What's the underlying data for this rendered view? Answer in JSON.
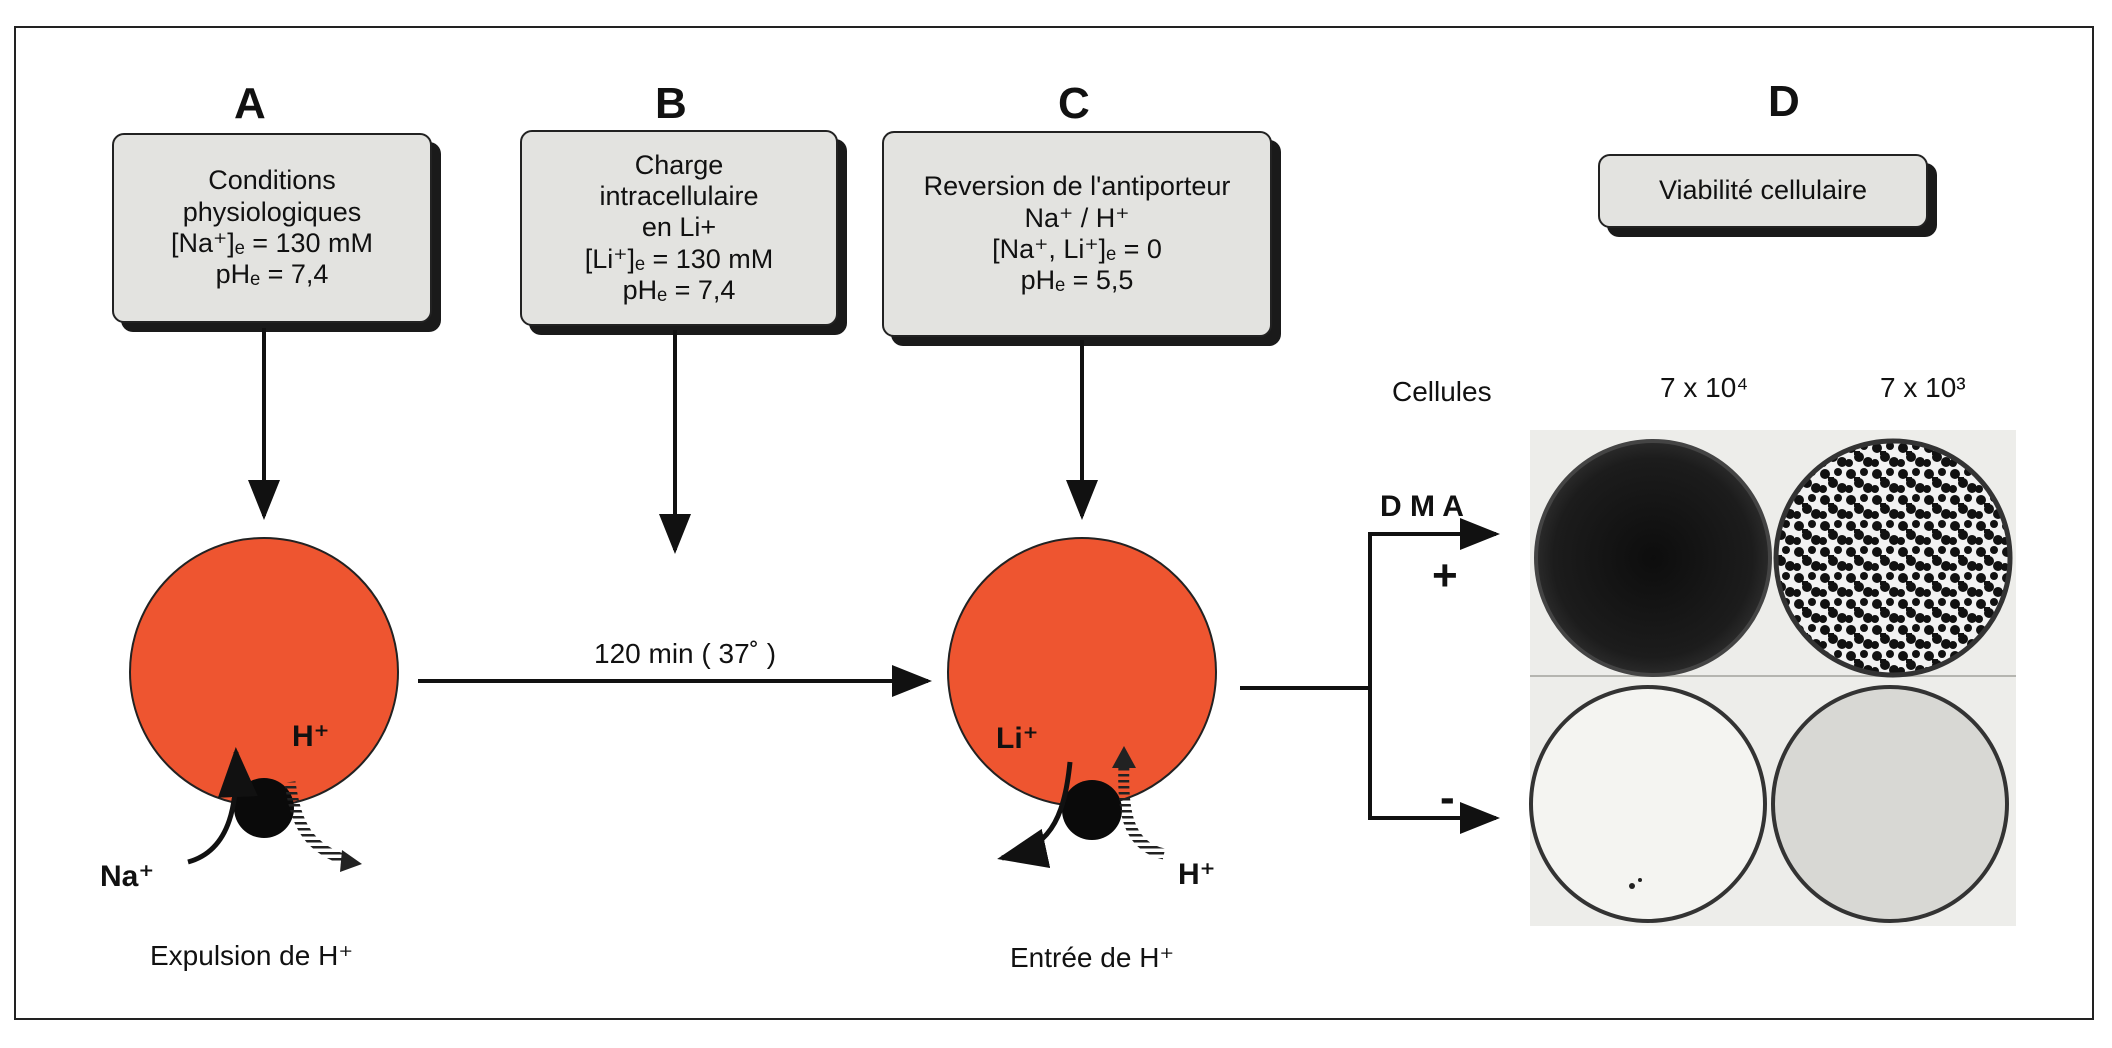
{
  "panels": {
    "a": {
      "letter": "A",
      "lines": [
        "Conditions",
        "physiologiques",
        "[Na⁺]ₑ = 130 mM",
        "pHₑ =     7,4"
      ],
      "caption": "Expulsion de H⁺",
      "ion_in": "Na⁺",
      "ion_out": "H⁺"
    },
    "b": {
      "letter": "B",
      "lines": [
        "Charge",
        "intracellulaire",
        "en  Li+",
        "[Li⁺]ₑ  = 130 mM",
        "pHₑ  =    7,4"
      ]
    },
    "c": {
      "letter": "C",
      "lines": [
        "Reversion de l'antiporteur",
        "Na⁺  /  H⁺",
        "[Na⁺,  Li⁺]ₑ  =  0",
        "pHₑ  =  5,5"
      ],
      "caption": "Entrée de H⁺",
      "ion_in": "H⁺",
      "ion_out": "Li⁺"
    },
    "d": {
      "letter": "D",
      "title": "Viabilité  cellulaire",
      "cells_label": "Cellules",
      "col1": "7 x 10⁴",
      "col2": "7 x 10³",
      "dma_label": "D M A",
      "plus": "+",
      "minus": "-"
    }
  },
  "transfer_label": "120  min  ( 37˚ )",
  "colors": {
    "cell": "#ee5530",
    "box": "#e3e3e0",
    "dish_dark": "#151515",
    "dish_light": "#e2e2de"
  }
}
